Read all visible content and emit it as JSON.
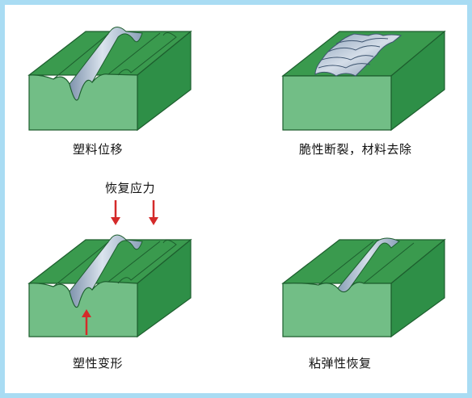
{
  "panels": {
    "top_left": {
      "caption": "塑料位移"
    },
    "top_right": {
      "caption": "脆性断裂，材料去除"
    },
    "bottom_left": {
      "caption": "塑性变形",
      "stress_label": "恢复应力"
    },
    "bottom_right": {
      "caption": "粘弹性恢复"
    }
  },
  "colors": {
    "frame_border": "#a9dcf3",
    "block_top": "#3a9a4e",
    "block_front": "#72be86",
    "block_side": "#2e8f47",
    "block_edge": "#1d5e2e",
    "groove_highlight": "#dbe4ee",
    "groove_shadow": "#7f93ad",
    "arrow": "#d42a2a"
  },
  "icons": [
    "arrow-down-icon",
    "arrow-up-icon"
  ]
}
